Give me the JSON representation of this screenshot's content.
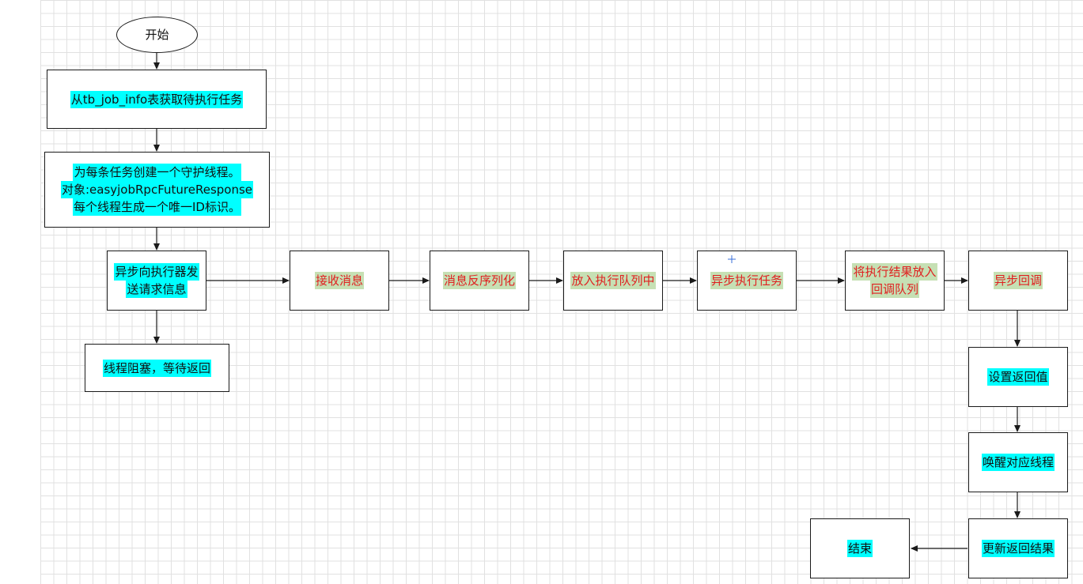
{
  "nodes": {
    "start": "开始",
    "fetch": "从tb_job_info表获取待执行任务",
    "create_line1": "为每条任务创建一个守护线程。",
    "create_line2": "对象:easyjobRpcFutureResponse",
    "create_line3": "每个线程生成一个唯一ID标识。",
    "send_line1": "异步向执行器发",
    "send_line2": "送请求信息",
    "block": "线程阻塞，等待返回",
    "receive": "接收消息",
    "deserialize": "消息反序列化",
    "enqueue": "放入执行队列中",
    "execute": "异步执行任务",
    "callback_queue_line1": "将执行结果放入",
    "callback_queue_line2": "回调队列",
    "callback": "异步回调",
    "set_return": "设置返回值",
    "wake": "唤醒对应线程",
    "update": "更新返回结果",
    "end": "结束"
  },
  "colors": {
    "highlight_cyan": "#00ffff",
    "highlight_green": "#c6e0b4",
    "executor_text": "#e02020",
    "line": "#1a1a1a",
    "grid": "#e1e1e1"
  }
}
